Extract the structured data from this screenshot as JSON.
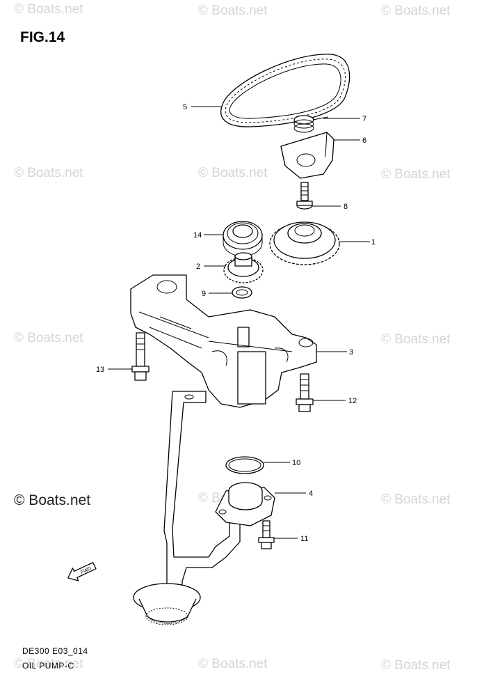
{
  "figure": {
    "title": "FIG.14",
    "code": "DE300 E03_014",
    "name": "OIL PUMP-C"
  },
  "watermark": "© Boats.net",
  "brand": "© Boats.net",
  "callouts": [
    "1",
    "2",
    "3",
    "4",
    "5",
    "6",
    "7",
    "8",
    "9",
    "10",
    "11",
    "12",
    "13",
    "14"
  ],
  "direction_label": "FWD"
}
